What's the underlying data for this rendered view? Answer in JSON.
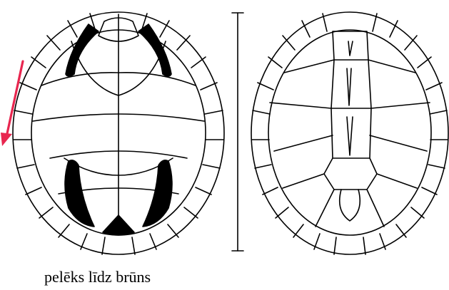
{
  "caption": "pelēks līdz brūns",
  "colors": {
    "arrow": "#e8264f",
    "outline": "#000000",
    "background": "#ffffff"
  },
  "figures": {
    "left": "carapace-dorsal-view",
    "right": "plastron-ventral-view"
  }
}
